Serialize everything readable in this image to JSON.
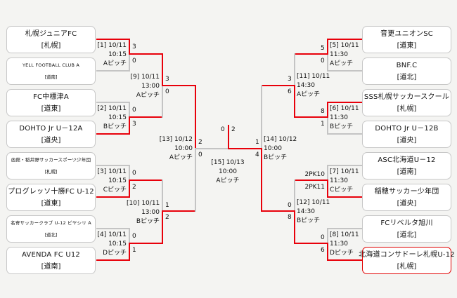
{
  "teams_left": [
    {
      "name": "札幌ジュニアFC",
      "region": "[札幌]"
    },
    {
      "name": "YELL FOOTBALL CLUB A",
      "region": "[道南]"
    },
    {
      "name": "FC中標津A",
      "region": "[道東]"
    },
    {
      "name": "DOHTO Jr U－12A",
      "region": "[道央]"
    },
    {
      "name": "函館・稲井野サッカースポーツ少年団",
      "region": "[札幌]"
    },
    {
      "name": "プログレッソ十勝FC U-12",
      "region": "[道東]"
    },
    {
      "name": "名寄サッカークラブ U-12 ピヤシリ A",
      "region": "[道北]"
    },
    {
      "name": "AVENDA FC U12",
      "region": "[道南]"
    }
  ],
  "teams_right": [
    {
      "name": "音更ユニオンSC",
      "region": "[道東]"
    },
    {
      "name": "BNF.C",
      "region": "[道北]"
    },
    {
      "name": "SSS札幌サッカースクール",
      "region": "[札幌]"
    },
    {
      "name": "DOHTO Jr U－12B",
      "region": "[道央]"
    },
    {
      "name": "ASC北海道U－12",
      "region": "[道南]"
    },
    {
      "name": "稲穂サッカー少年団",
      "region": "[道央]"
    },
    {
      "name": "FCリベルタ旭川",
      "region": "[道北]"
    },
    {
      "name": "北海道コンサドーレ札幌U-12",
      "region": "[札幌]"
    }
  ],
  "matches": {
    "m1": {
      "label": "[1] 10/11",
      "time": "10:15",
      "pitch": "Aピッチ",
      "s1": "3",
      "s2": "0"
    },
    "m2": {
      "label": "[2] 10/11",
      "time": "10:15",
      "pitch": "Bピッチ",
      "s1": "0",
      "s2": "3"
    },
    "m3": {
      "label": "[3] 10/11",
      "time": "10:15",
      "pitch": "Cピッチ",
      "s1": "0",
      "s2": "2"
    },
    "m4": {
      "label": "[4] 10/11",
      "time": "10:15",
      "pitch": "Dピッチ",
      "s1": "0",
      "s2": "1"
    },
    "m5": {
      "label": "[5] 10/11",
      "time": "11:30",
      "pitch": "Aピッチ",
      "s1": "5",
      "s2": "0"
    },
    "m6": {
      "label": "[6] 10/11",
      "time": "11:30",
      "pitch": "Bピッチ",
      "s1": "8",
      "s2": "1"
    },
    "m7": {
      "label": "[7] 10/11",
      "time": "11:30",
      "pitch": "Cピッチ",
      "s1": "2PK10",
      "s2": "2PK11"
    },
    "m8": {
      "label": "[8] 10/11",
      "time": "11:30",
      "pitch": "Dピッチ",
      "s1": "0",
      "s2": "6"
    },
    "m9": {
      "label": "[9] 10/11",
      "time": "13:00",
      "pitch": "Aピッチ",
      "s1": "3",
      "s2": "0"
    },
    "m10": {
      "label": "[10] 10/11",
      "time": "13:00",
      "pitch": "Bピッチ",
      "s1": "1",
      "s2": "2"
    },
    "m11": {
      "label": "[11] 10/11",
      "time": "14:30",
      "pitch": "Aピッチ",
      "s1": "3",
      "s2": "6"
    },
    "m12": {
      "label": "[12] 10/11",
      "time": "14:30",
      "pitch": "Bピッチ",
      "s1": "0",
      "s2": "8"
    },
    "m13": {
      "label": "[13] 10/12",
      "time": "10:00",
      "pitch": "Aピッチ",
      "s1": "2",
      "s2": "0"
    },
    "m14": {
      "label": "[14] 10/12",
      "time": "10:00",
      "pitch": "Bピッチ",
      "s1": "1",
      "s2": "4"
    },
    "m15": {
      "label": "[15] 10/13",
      "time": "10:00",
      "pitch": "Aピッチ",
      "s1": "0",
      "s2": "2"
    }
  },
  "colors": {
    "winner_line": "#e8000b",
    "line": "#c4c4c4",
    "winner_border": "#e00000"
  }
}
